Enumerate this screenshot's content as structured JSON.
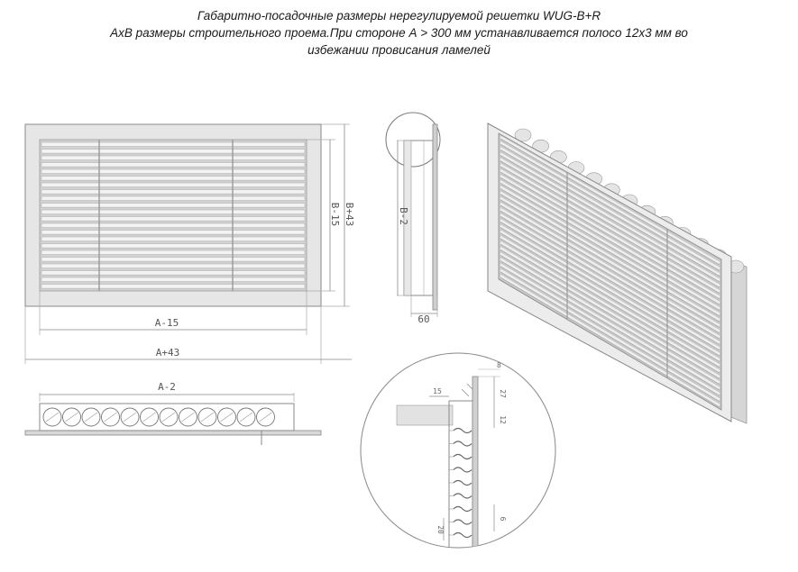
{
  "header": {
    "line1": "Габаритно-посадочные размеры нерегулируемой решетки WUG-B+R",
    "line2": "АxВ размеры строительного проема.При стороне А > 300 мм устанавливается полосо 12х3 мм во",
    "line3": "избежании провисания ламелей"
  },
  "dims": {
    "a_minus_15": "A-15",
    "a_plus_43": "A+43",
    "a_minus_2": "A-2",
    "b_minus_15": "B-15",
    "b_plus_43": "B+43",
    "b_minus_2": "B-2",
    "depth_60": "60",
    "d_15": "15",
    "d_8": "8",
    "d_27": "27",
    "d_12": "12",
    "d_6": "6",
    "d_20": "20"
  }
}
